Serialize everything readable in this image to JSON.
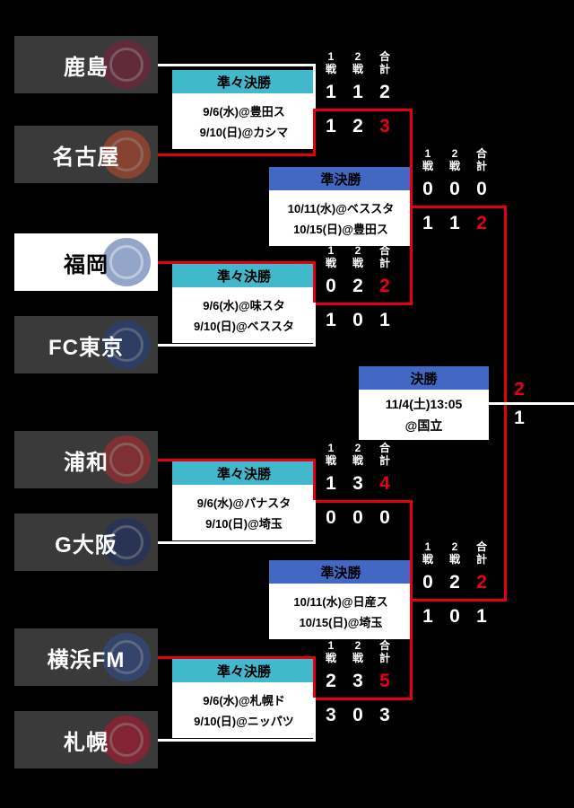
{
  "colors": {
    "background": "#000000",
    "winner_red": "#e60012",
    "line_white": "#ffffff",
    "qf_header": "#41b8cc",
    "sf_header": "#4368c4",
    "team_box": "#3a3a3a"
  },
  "score_headers": {
    "leg1": "1戦",
    "leg2": "2戦",
    "total": "合計"
  },
  "teams": [
    {
      "name": "鹿島",
      "color": "#8a1e3c"
    },
    {
      "name": "名古屋",
      "color": "#d64b2a"
    },
    {
      "name": "福岡",
      "color": "#2a4f94",
      "highlight": true
    },
    {
      "name": "FC東京",
      "color": "#23408f"
    },
    {
      "name": "浦和",
      "color": "#c1272d"
    },
    {
      "name": "G大阪",
      "color": "#1a2f6e"
    },
    {
      "name": "横浜FM",
      "color": "#2f4f9e"
    },
    {
      "name": "札幌",
      "color": "#c8102e"
    }
  ],
  "quarterfinals": [
    {
      "title": "準々決勝",
      "leg1": "9/6(水)@豊田ス",
      "leg2": "9/10(日)@カシマ",
      "top": {
        "leg1": "1",
        "leg2": "1",
        "total": "2",
        "winner": false
      },
      "bottom": {
        "leg1": "1",
        "leg2": "2",
        "total": "3",
        "winner": true
      }
    },
    {
      "title": "準々決勝",
      "leg1": "9/6(水)@味スタ",
      "leg2": "9/10(日)@ベススタ",
      "top": {
        "leg1": "0",
        "leg2": "2",
        "total": "2",
        "winner": true
      },
      "bottom": {
        "leg1": "1",
        "leg2": "0",
        "total": "1",
        "winner": false
      }
    },
    {
      "title": "準々決勝",
      "leg1": "9/6(水)@パナスタ",
      "leg2": "9/10(日)@埼玉",
      "top": {
        "leg1": "1",
        "leg2": "3",
        "total": "4",
        "winner": true
      },
      "bottom": {
        "leg1": "0",
        "leg2": "0",
        "total": "0",
        "winner": false
      }
    },
    {
      "title": "準々決勝",
      "leg1": "9/6(水)@札幌ド",
      "leg2": "9/10(日)@ニッパツ",
      "top": {
        "leg1": "2",
        "leg2": "3",
        "total": "5",
        "winner": true
      },
      "bottom": {
        "leg1": "3",
        "leg2": "0",
        "total": "3",
        "winner": false
      }
    }
  ],
  "semifinals": [
    {
      "title": "準決勝",
      "leg1": "10/11(水)@ベススタ",
      "leg2": "10/15(日)@豊田ス",
      "top": {
        "leg1": "0",
        "leg2": "0",
        "total": "0",
        "winner": false
      },
      "bottom": {
        "leg1": "1",
        "leg2": "1",
        "total": "2",
        "winner": true
      }
    },
    {
      "title": "準決勝",
      "leg1": "10/11(水)@日産ス",
      "leg2": "10/15(日)@埼玉",
      "top": {
        "leg1": "0",
        "leg2": "2",
        "total": "2",
        "winner": true
      },
      "bottom": {
        "leg1": "1",
        "leg2": "0",
        "total": "1",
        "winner": false
      }
    }
  ],
  "final": {
    "title": "決勝",
    "datetime": "11/4(土)13:05",
    "venue": "@国立",
    "top_score": "2",
    "bottom_score": "1",
    "top_winner": true
  }
}
